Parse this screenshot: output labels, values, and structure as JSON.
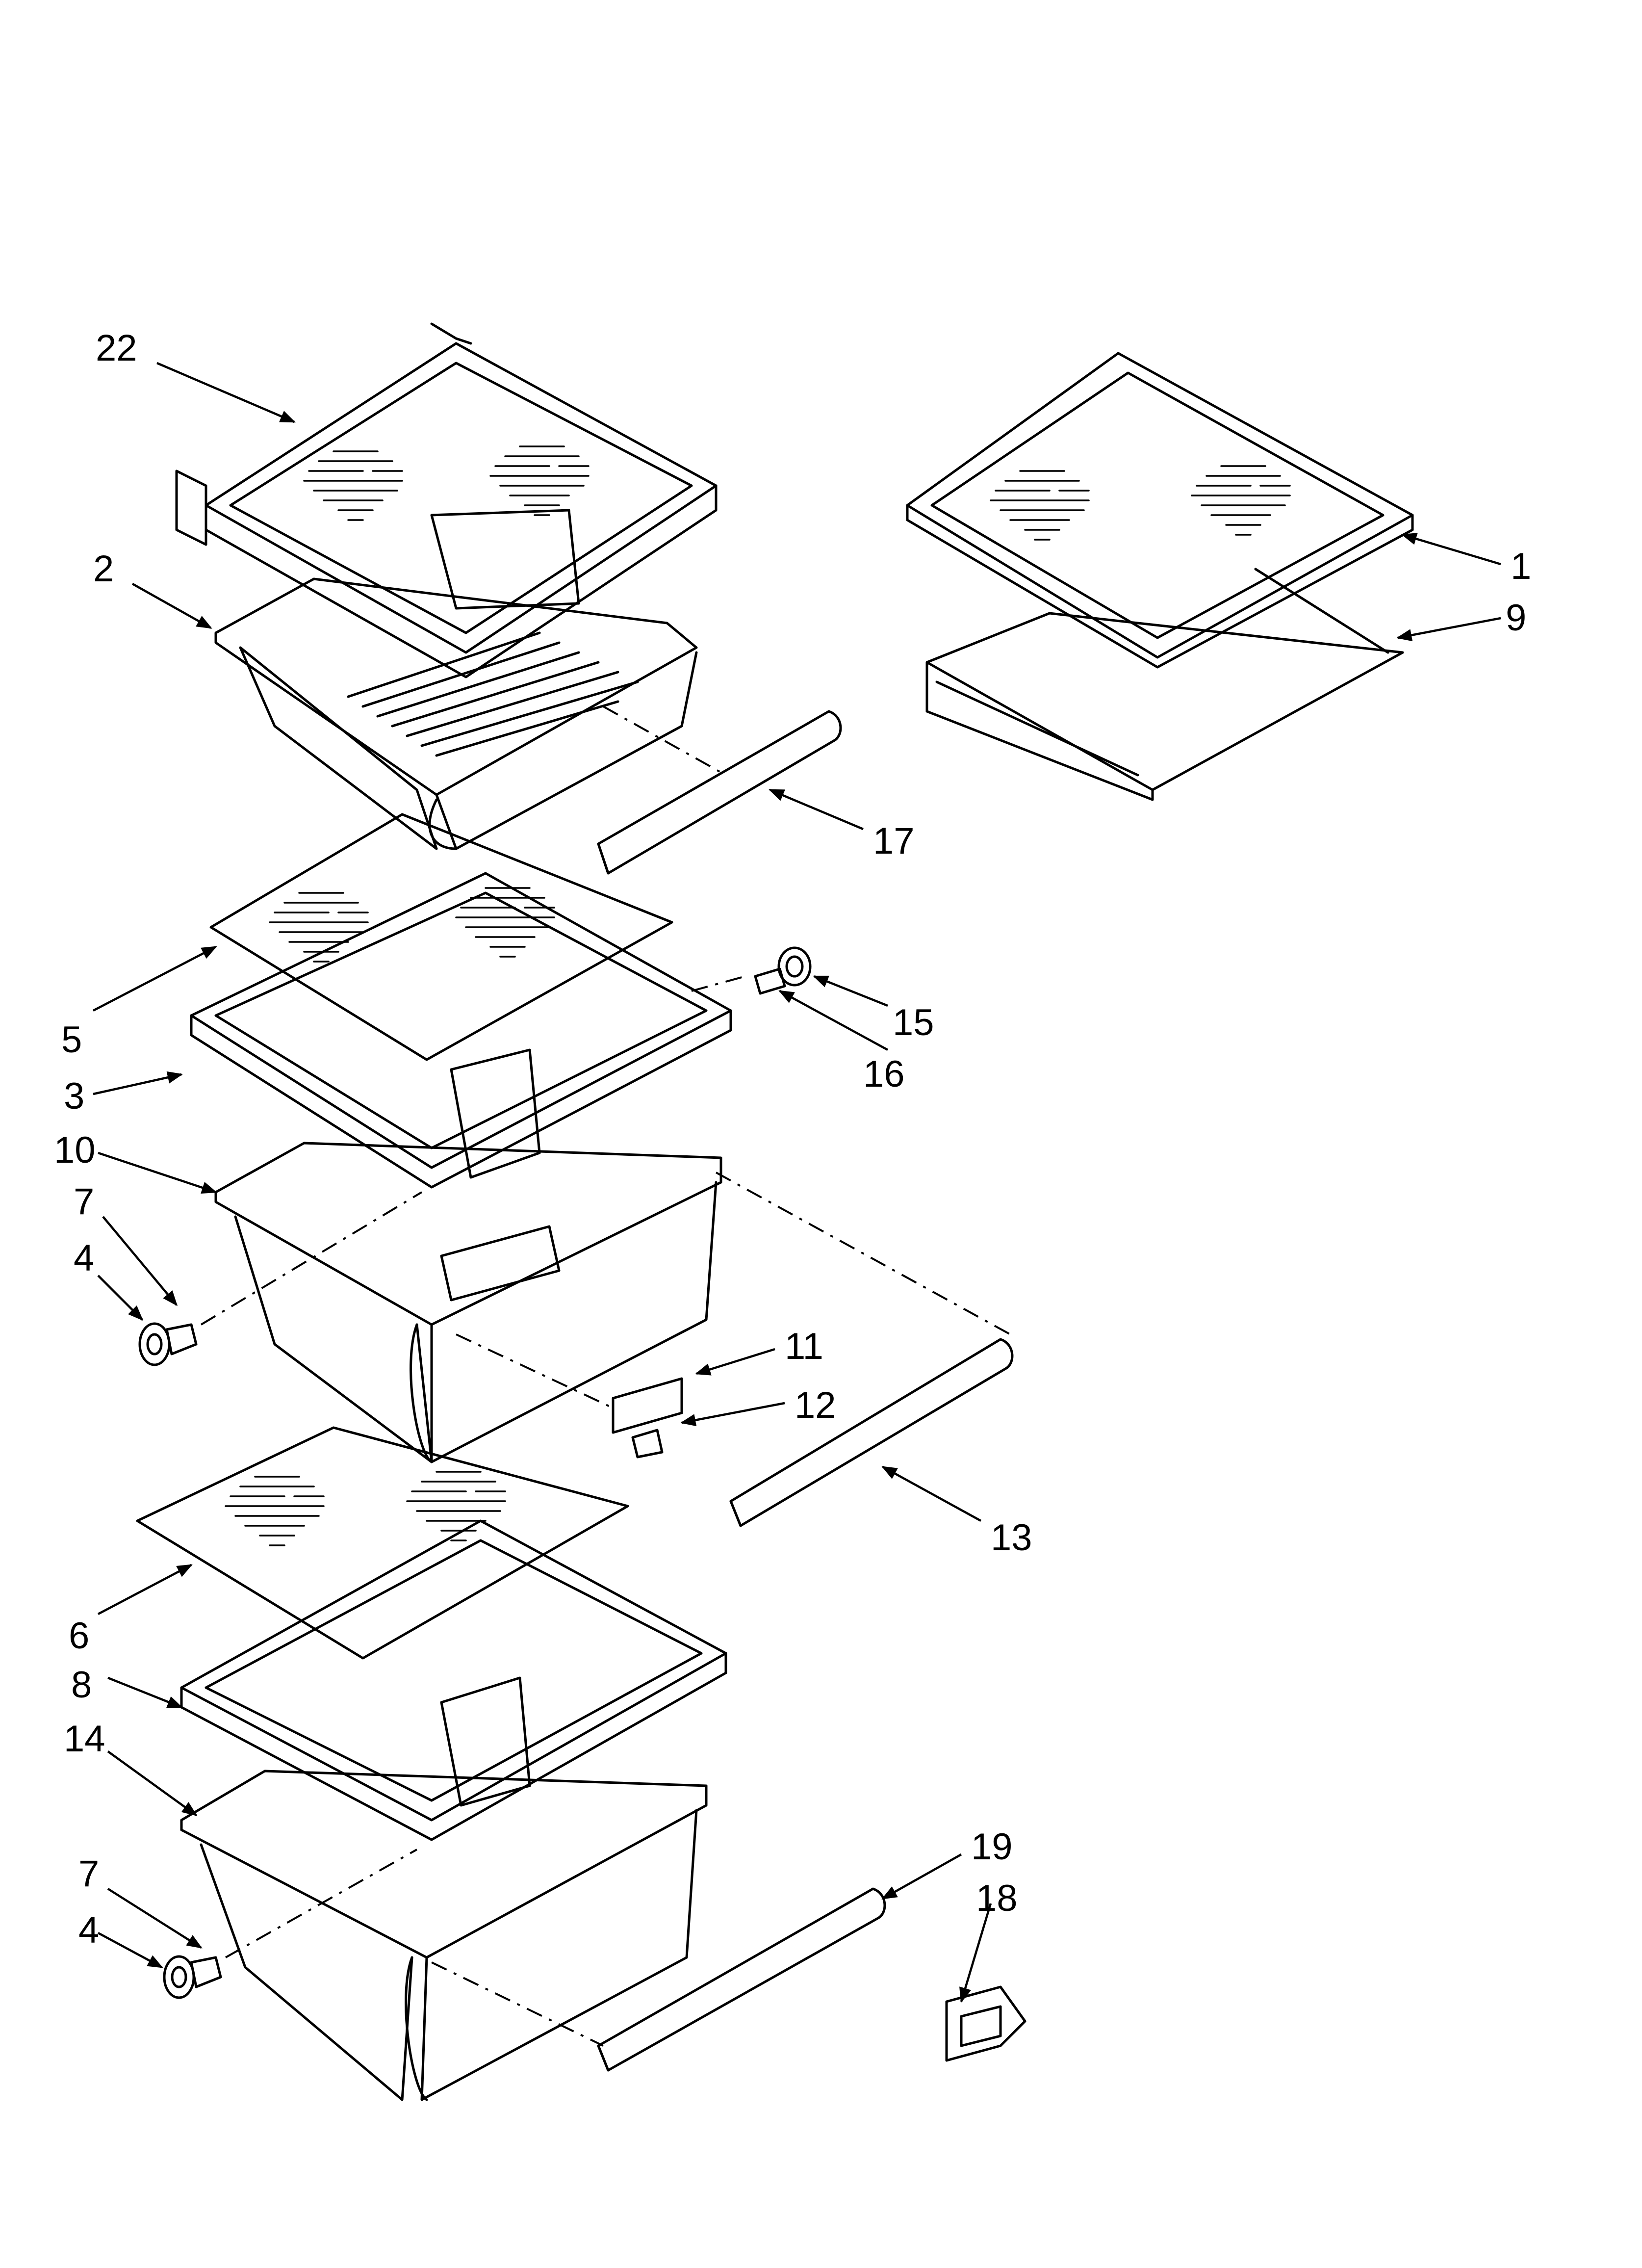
{
  "callouts": [
    "22",
    "2",
    "1",
    "9",
    "17",
    "5",
    "15",
    "16",
    "3",
    "10",
    "7",
    "4",
    "11",
    "12",
    "13",
    "6",
    "8",
    "14",
    "7",
    "4",
    "19",
    "18"
  ]
}
